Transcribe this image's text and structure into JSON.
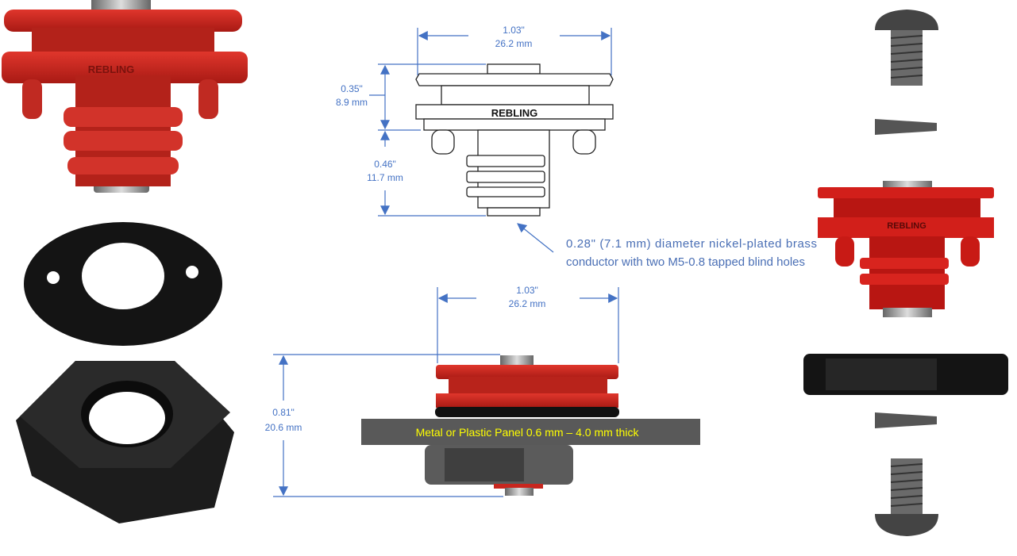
{
  "colors": {
    "dimension": "#4472c4",
    "terminal_red": "#c8261e",
    "panel": "#595959",
    "panel_text": "#ffff00"
  },
  "brand_mark": "REBLING",
  "top_drawing": {
    "width_in": "1.03\"",
    "width_mm": "26.2 mm",
    "upper_height_in": "0.35\"",
    "upper_height_mm": "8.9 mm",
    "lower_height_in": "0.46\"",
    "lower_height_mm": "11.7 mm"
  },
  "callout": {
    "line1": "0.28\" (7.1 mm) diameter nickel-plated brass",
    "line2": "conductor with two M5-0.8 tapped blind holes"
  },
  "assembly": {
    "width_in": "1.03\"",
    "width_mm": "26.2 mm",
    "height_in": "0.81\"",
    "height_mm": "20.6 mm",
    "panel_label": "Metal or Plastic Panel 0.6 mm – 4.0 mm thick"
  }
}
